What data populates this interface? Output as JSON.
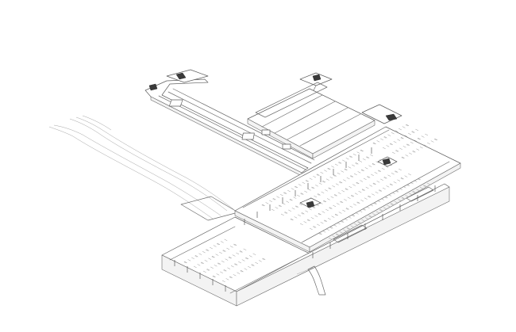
{
  "drawing": {
    "style": "axonometric-linework",
    "background": "#ffffff",
    "line_color": "#6d6d6d",
    "accent_dark": "#3a3a3a"
  },
  "parts": [
    {
      "id": "road-ramp",
      "icon": "curved-road"
    },
    {
      "id": "north-connector",
      "icon": "walkway"
    },
    {
      "id": "upper-deck",
      "icon": "canopy-bays"
    },
    {
      "id": "main-parking-slab",
      "icon": "parking-grid"
    },
    {
      "id": "lower-parking-slab",
      "icon": "parking-grid"
    },
    {
      "id": "stair-cores",
      "icon": "stair"
    },
    {
      "id": "exit-ramp",
      "icon": "ramp"
    }
  ]
}
